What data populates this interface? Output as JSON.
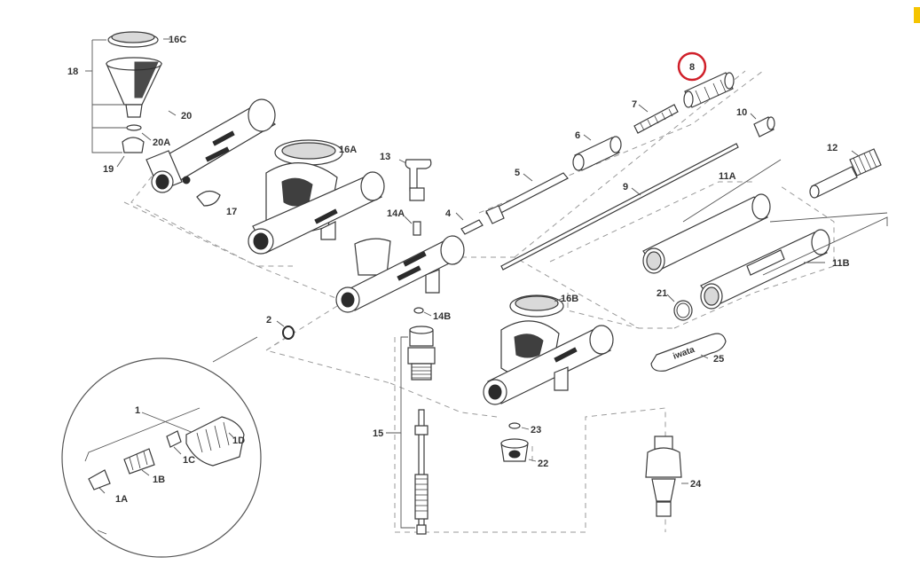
{
  "colors": {
    "highlight_circle": "#d0202a",
    "line": "#3a3a3a",
    "dash": "#9a9a9a",
    "corner_mark": "#f5c400"
  },
  "highlighted_part": "8",
  "parts": {
    "p16c": "16C",
    "p18": "18",
    "p20": "20",
    "p20a": "20A",
    "p19": "19",
    "p17": "17",
    "p16a": "16A",
    "p13": "13",
    "p14a": "14A",
    "p4": "4",
    "p5": "5",
    "p6": "6",
    "p7": "7",
    "p8": "8",
    "p9": "9",
    "p10": "10",
    "p11a": "11A",
    "p12": "12",
    "p11b": "11B",
    "p21": "21",
    "p14b": "14B",
    "p2": "2",
    "p16b": "16B",
    "p25": "25",
    "p15": "15",
    "p23": "23",
    "p22": "22",
    "p24": "24",
    "p1": "1",
    "p1a": "1A",
    "p1b": "1B",
    "p1c": "1C",
    "p1d": "1D"
  },
  "wrench_brand": "iwata"
}
